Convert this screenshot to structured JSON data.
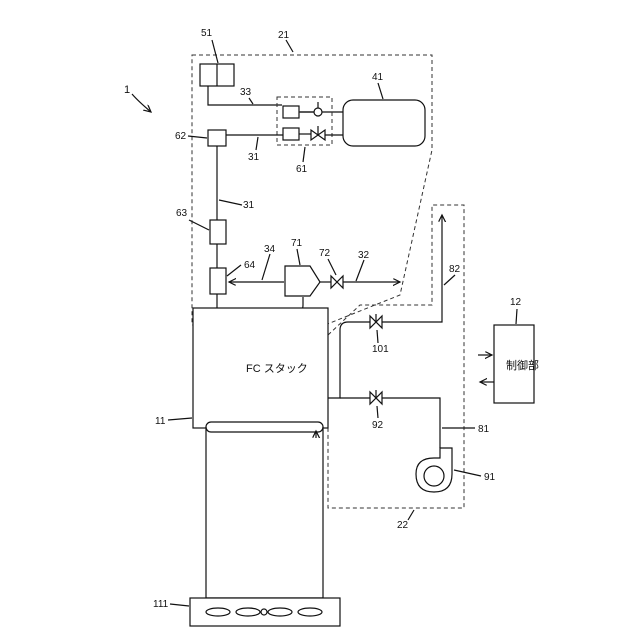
{
  "system_label": "1",
  "labels": {
    "fc_stack": "FC スタック",
    "controller": "制御部",
    "n11": "11",
    "n12": "12",
    "n21": "21",
    "n22": "22",
    "n31a": "31",
    "n31b": "31",
    "n32": "32",
    "n33": "33",
    "n34": "34",
    "n41": "41",
    "n51": "51",
    "n61": "61",
    "n62": "62",
    "n63": "63",
    "n64": "64",
    "n71": "71",
    "n72": "72",
    "n81": "81",
    "n82": "82",
    "n91": "91",
    "n92": "92",
    "n101": "101",
    "n111": "111"
  }
}
